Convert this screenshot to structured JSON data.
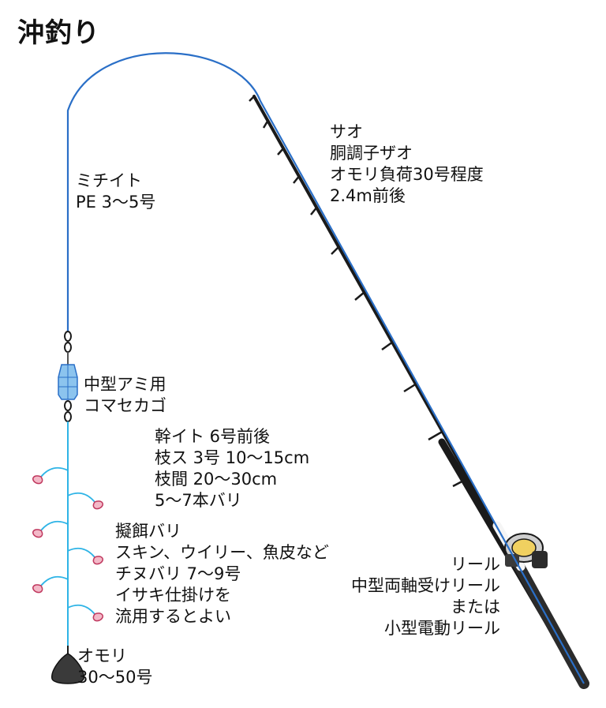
{
  "title": "沖釣り",
  "colors": {
    "line_main": "#2a6fc7",
    "line_harris": "#2fb4e6",
    "rod": "#1a1a1a",
    "hook": "#e05a7a",
    "sinker": "#3a3a3a",
    "feeder": "#6fb6ea"
  },
  "labels": {
    "rod": [
      "サオ",
      "胴調子ザオ",
      "オモリ負荷30号程度",
      "2.4m前後"
    ],
    "mainline": [
      "ミチイト",
      "PE 3～5号"
    ],
    "feeder": [
      "中型アミ用",
      "コマセカゴ"
    ],
    "harris": [
      "幹イト 6号前後",
      "枝ス 3号 10～15cm",
      "枝間 20～30cm",
      "5～7本バリ"
    ],
    "hooks": [
      "擬餌バリ",
      "スキン、ウイリー、魚皮など",
      "チヌバリ 7～9号",
      "イサキ仕掛けを",
      "流用するとよい"
    ],
    "reel": [
      "リール",
      "中型両軸受けリール",
      "または",
      "小型電動リール"
    ],
    "sinker": [
      "オモリ",
      "30～50号"
    ]
  }
}
